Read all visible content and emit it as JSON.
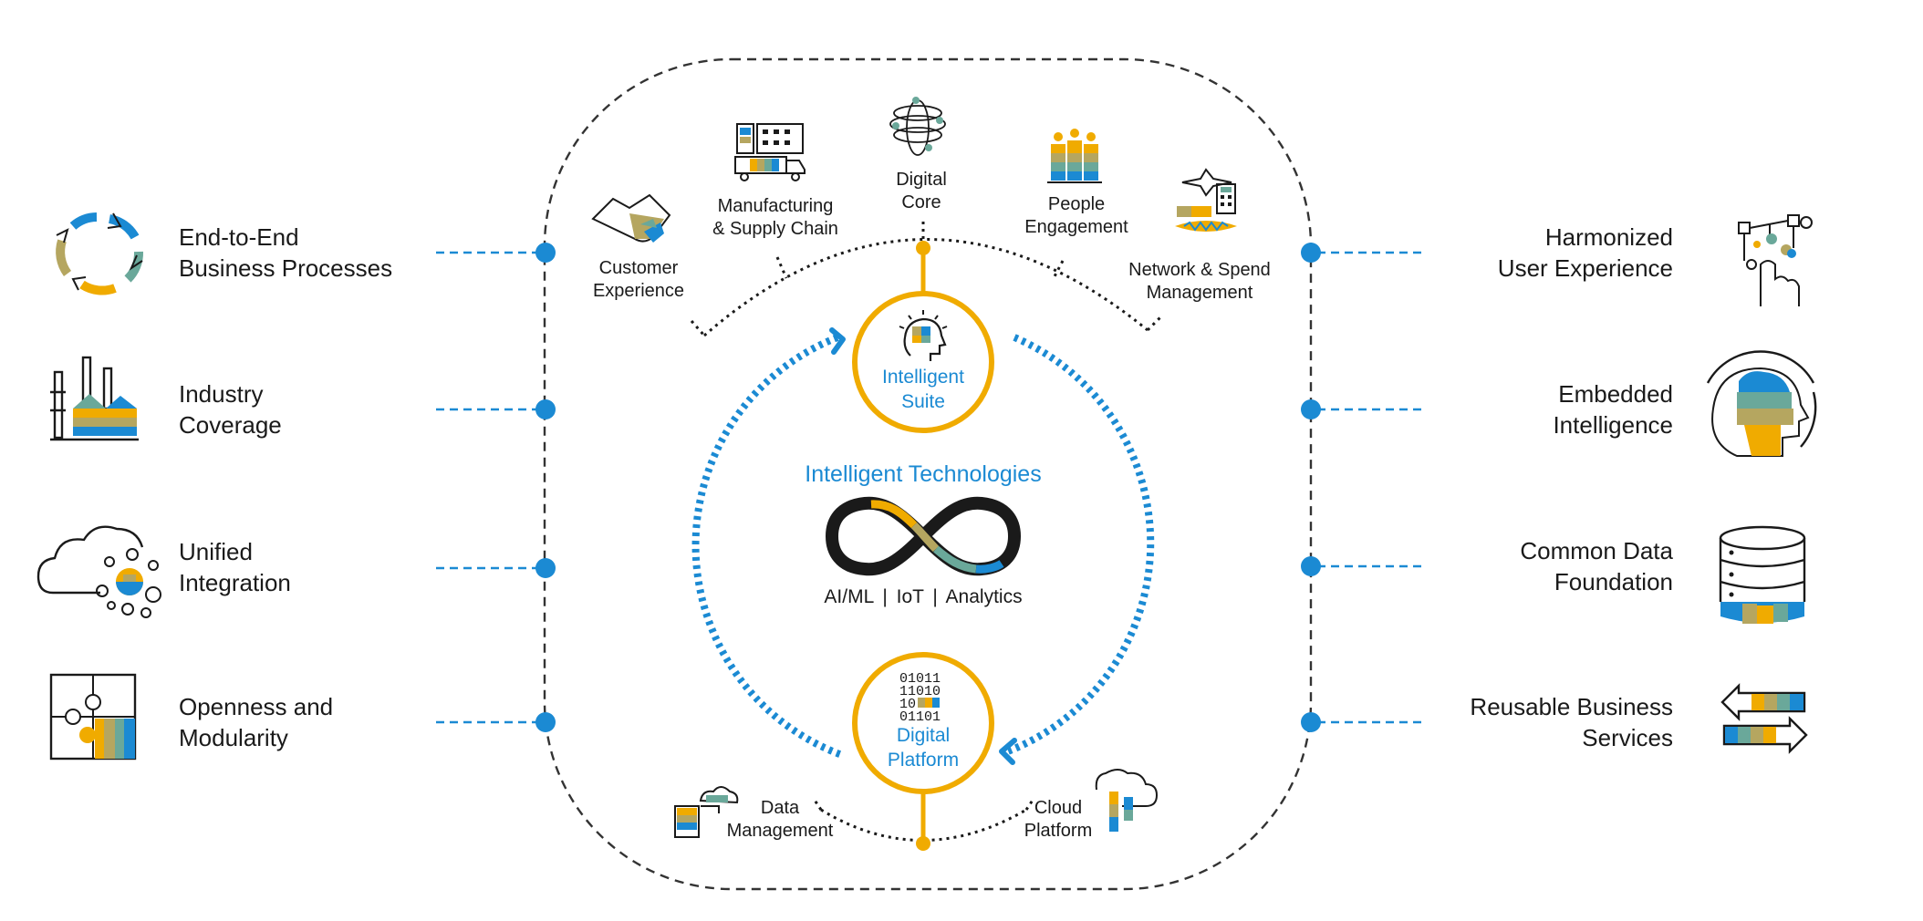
{
  "left_items": [
    {
      "line1": "End-to-End",
      "line2": "Business Processes",
      "icon": "cycle-arrows-icon"
    },
    {
      "line1": "Industry",
      "line2": "Coverage",
      "icon": "factory-icon"
    },
    {
      "line1": "Unified",
      "line2": "Integration",
      "icon": "cloud-network-icon"
    },
    {
      "line1": "Openness and",
      "line2": "Modularity",
      "icon": "puzzle-icon"
    }
  ],
  "right_items": [
    {
      "line1": "Harmonized",
      "line2": "User Experience",
      "icon": "touch-hand-icon"
    },
    {
      "line1": "Embedded",
      "line2": "Intelligence",
      "icon": "head-profile-icon"
    },
    {
      "line1": "Common Data",
      "line2": "Foundation",
      "icon": "database-icon"
    },
    {
      "line1": "Reusable Business",
      "line2": "Services",
      "icon": "exchange-arrows-icon"
    }
  ],
  "top_modules": [
    {
      "line1": "Customer",
      "line2": "Experience",
      "icon": "handshake-icon"
    },
    {
      "line1": "Manufacturing",
      "line2": "& Supply Chain",
      "icon": "truck-factory-icon"
    },
    {
      "line1": "Digital",
      "line2": "Core",
      "icon": "globe-icon"
    },
    {
      "line1": "People",
      "line2": "Engagement",
      "icon": "people-icon"
    },
    {
      "line1": "Network & Spend",
      "line2": "Management",
      "icon": "plane-calculator-icon"
    }
  ],
  "bottom_modules": [
    {
      "line1": "Data",
      "line2": "Management",
      "icon": "data-document-icon"
    },
    {
      "line1": "Cloud",
      "line2": "Platform",
      "icon": "cloud-bars-icon"
    }
  ],
  "intelligent_suite": {
    "line1": "Intelligent",
    "line2": "Suite",
    "icon": "lightbulb-head-icon"
  },
  "digital_platform": {
    "line1": "Digital",
    "line2": "Platform",
    "icon": "binary-icon",
    "binary_rows": [
      "01011",
      "11010",
      "10",
      "01101"
    ]
  },
  "technologies": {
    "title": "Intelligent Technologies",
    "subtitle": "AI/ML  |  IoT |  Analytics",
    "icon": "infinity-icon"
  },
  "colors": {
    "blue": "#1b8ad3",
    "orange": "#f0ab00",
    "olive": "#b5a660",
    "teal": "#6aa89a",
    "dark": "#1a1a1a",
    "dash": "#333333"
  }
}
